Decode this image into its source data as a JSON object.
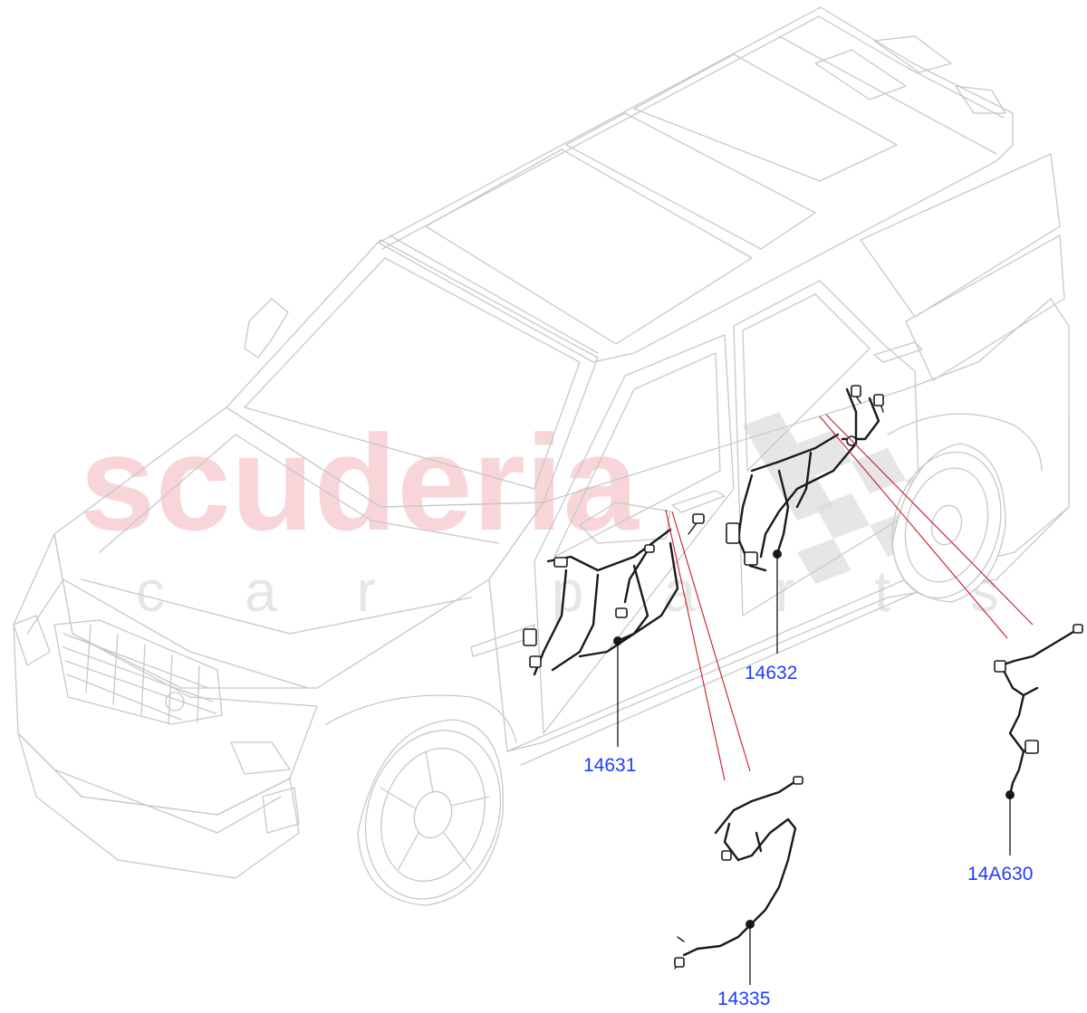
{
  "watermark": {
    "brand": "scuderia",
    "tagline": "car parts"
  },
  "callouts": [
    {
      "id": "14631",
      "label": "14631"
    },
    {
      "id": "14632",
      "label": "14632"
    },
    {
      "id": "14335",
      "label": "14335"
    },
    {
      "id": "14A630",
      "label": "14A630"
    }
  ],
  "colors": {
    "callout_text": "#1f3cff",
    "leader_line": "#000000",
    "reference_line": "#c8182a",
    "vehicle_outline": "#c8c8c8",
    "harness": "#1a1a1a",
    "watermark_text": "#f4b4b9"
  }
}
